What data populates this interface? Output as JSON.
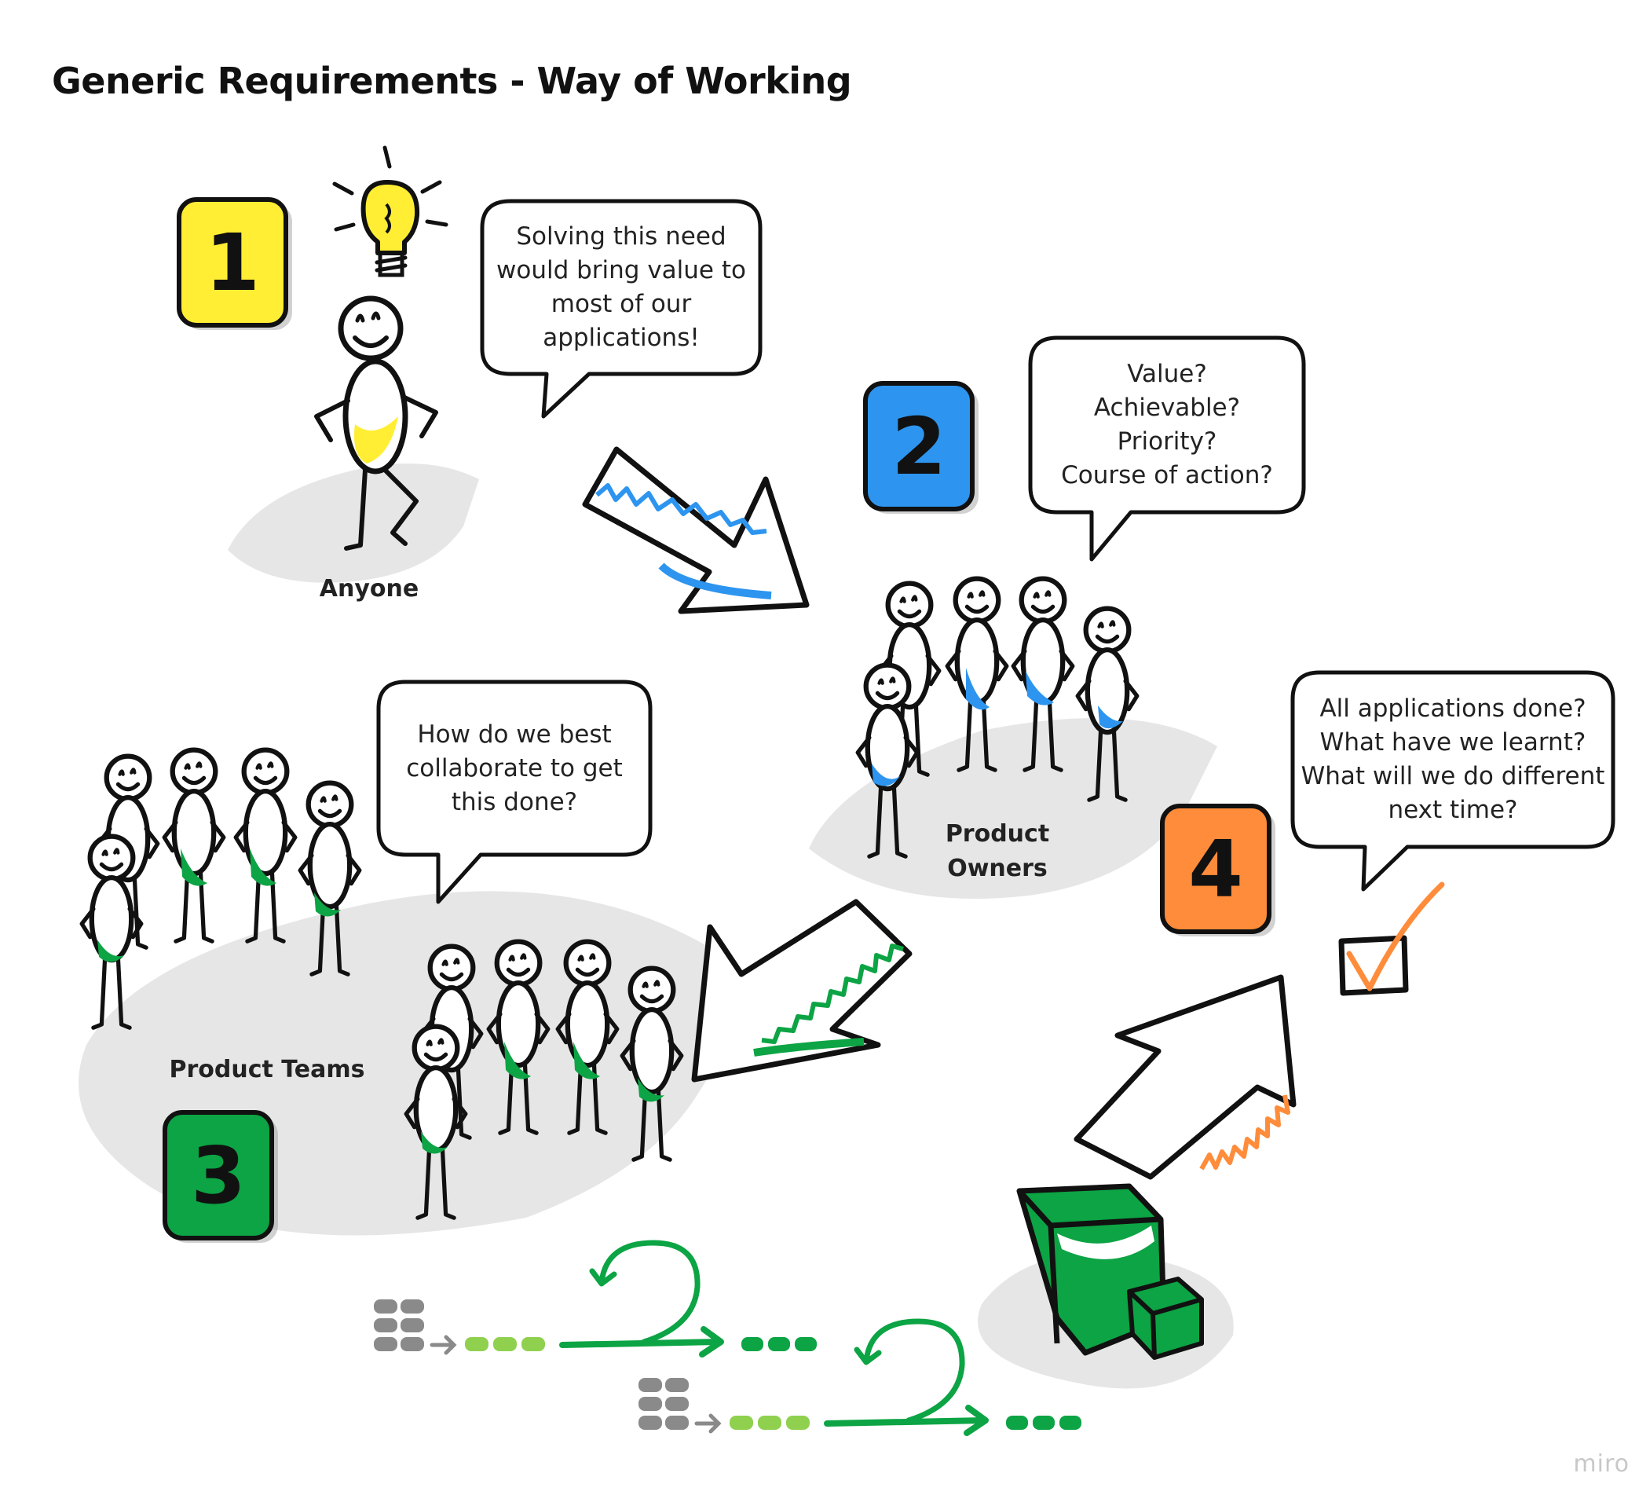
{
  "title": "Generic Requirements - Way of Working",
  "colors": {
    "yellow": "#ffee33",
    "blue": "#2d95ef",
    "green": "#0ca444",
    "orange": "#ff8c3a",
    "light_green": "#8fd14f",
    "shadow": "#e6e6e6",
    "ink": "#111111"
  },
  "steps": [
    {
      "number": "1",
      "color": "yellow",
      "group": "Anyone",
      "bubble": "Solving this need\nwould bring value to\nmost of our\napplications!"
    },
    {
      "number": "2",
      "color": "blue",
      "group": "Product\nOwners",
      "bubble": "Value?\nAchievable?\nPriority?\nCourse of action?"
    },
    {
      "number": "3",
      "color": "green",
      "group": "Product Teams",
      "bubble": "How do we best\ncollaborate to get\nthis done?"
    },
    {
      "number": "4",
      "color": "orange",
      "group": "",
      "bubble": "All applications done?\nWhat have we learnt?\nWhat will we do different\nnext time?"
    }
  ],
  "icons": [
    "lightbulb-icon",
    "checkbox-checked-icon",
    "cube-icon",
    "backlog-icon",
    "loop-arrow-icon"
  ],
  "watermark": "miro"
}
